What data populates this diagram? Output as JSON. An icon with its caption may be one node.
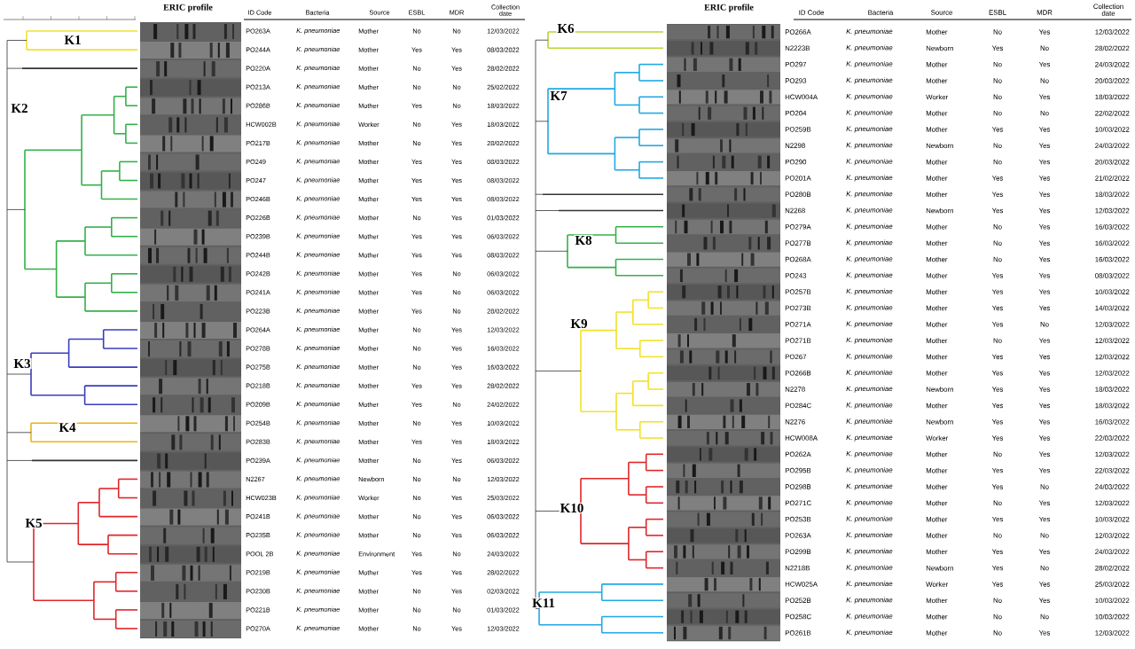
{
  "diagram": {
    "labels": [
      "ERIC profile",
      "ID Code",
      "Bacteria",
      "Source",
      "ESBL",
      "MDR",
      "Collection date",
      "PO263A",
      "K. pneumoniae",
      "Mother",
      "No",
      "No",
      "12/03/2022",
      "PO244A",
      "K. pneumoniae",
      "Mother",
      "Yes",
      "Yes",
      "08/03/2022",
      "PO220A",
      "K. pneumoniae",
      "Mother",
      "No",
      "Yes",
      "28/02/2022",
      "PO213A",
      "K. pneumoniae",
      "Mother",
      "No",
      "No",
      "25/02/2022",
      "PO286B",
      "K. pneumoniae",
      "Mother",
      "Yes",
      "No",
      "18/03/2022",
      "HCW002B",
      "K. pneumoniae",
      "Worker",
      "No",
      "Yes",
      "18/03/2022",
      "PO217B",
      "K. pneumoniae",
      "Mother",
      "No",
      "Yes",
      "28/02/2022",
      "PO249",
      "K. pneumoniae",
      "Mother",
      "Yes",
      "Yes",
      "08/03/2022",
      "PO247",
      "K. pneumoniae",
      "Mother",
      "Yes",
      "Yes",
      "08/03/2022",
      "PO246B",
      "K. pneumoniae",
      "Mother",
      "Yes",
      "Yes",
      "08/03/2022",
      "PO226B",
      "K. pneumoniae",
      "Mother",
      "No",
      "Yes",
      "01/03/2022",
      "PO239B",
      "K. pneumoniae",
      "Mother",
      "Yes",
      "Yes",
      "06/03/2022",
      "PO244B",
      "K. pneumoniae",
      "Mother",
      "Yes",
      "Yes",
      "08/03/2022",
      "PO242B",
      "K. pneumoniae",
      "Mother",
      "Yes",
      "No",
      "06/03/2022",
      "PO241A",
      "K. pneumoniae",
      "Mother",
      "Yes",
      "No",
      "06/03/2022",
      "PO223B",
      "K. pneumoniae",
      "Mother",
      "Yes",
      "No",
      "28/02/2022",
      "PO264A",
      "K. pneumoniae",
      "Mother",
      "No",
      "Yes",
      "12/03/2022",
      "PO278B",
      "K. pneumoniae",
      "Mother",
      "No",
      "Yes",
      "16/03/2022",
      "PO275B",
      "K. pneumoniae",
      "Mother",
      "No",
      "Yes",
      "16/03/2022",
      "PO218B",
      "K. pneumoniae",
      "Mother",
      "Yes",
      "Yes",
      "28/02/2022",
      "PO209B",
      "K. pneumoniae",
      "Mother",
      "Yes",
      "No",
      "24/02/2022",
      "PO254B",
      "K. pneumoniae",
      "Mother",
      "No",
      "Yes",
      "10/03/2022",
      "PO283B",
      "K. pneumoniae",
      "Mother",
      "Yes",
      "Yes",
      "18/03/2022",
      "PO239A",
      "K. pneumoniae",
      "Mother",
      "No",
      "Yes",
      "06/03/2022",
      "N2267",
      "K. pneumoniae",
      "Newborn",
      "No",
      "No",
      "12/03/2022",
      "HCW023B",
      "K. pneumoniae",
      "Worker",
      "No",
      "Yes",
      "25/03/2022",
      "PO241B",
      "K. pneumoniae",
      "Mother",
      "No",
      "Yes",
      "06/03/2022",
      "PO235B",
      "K. pneumoniae",
      "Mother",
      "No",
      "Yes",
      "06/03/2022",
      "POOL 2B",
      "K. pneumoniae",
      "Environment",
      "Yes",
      "No",
      "24/03/2022",
      "PO219B",
      "K. pneumoniae",
      "Mother",
      "Yes",
      "Yes",
      "28/02/2022",
      "PO230B",
      "K. pneumoniae",
      "Mother",
      "No",
      "Yes",
      "02/03/2022",
      "PO221B",
      "K. pneumoniae",
      "Mother",
      "No",
      "No",
      "01/03/2022",
      "PO270A",
      "K. pneumoniae",
      "Mother",
      "No",
      "Yes",
      "12/03/2022",
      "K1",
      "K2",
      "K3",
      "K4",
      "K5",
      "ERIC profile",
      "ID Code",
      "Bacteria",
      "Source",
      "ESBL",
      "MDR",
      "Collection date",
      "PO266A",
      "K. pneumoniae",
      "Mother",
      "No",
      "Yes",
      "12/03/2022",
      "N2223B",
      "K. pneumoniae",
      "Newborn",
      "Yes",
      "No",
      "28/02/2022",
      "PO297",
      "K. pneumoniae",
      "Mother",
      "No",
      "Yes",
      "24/03/2022",
      "PO293",
      "K. pneumoniae",
      "Mother",
      "No",
      "No",
      "20/03/2022",
      "HCW004A",
      "K. pneumoniae",
      "Worker",
      "No",
      "Yes",
      "18/03/2022",
      "PO204",
      "K. pneumoniae",
      "Mother",
      "No",
      "No",
      "22/02/2022",
      "PO259B",
      "K. pneumoniae",
      "Mother",
      "Yes",
      "Yes",
      "10/03/2022",
      "N2298",
      "K. pneumoniae",
      "Newborn",
      "No",
      "Yes",
      "24/03/2022",
      "PO290",
      "K. pneumoniae",
      "Mother",
      "No",
      "Yes",
      "20/03/2022",
      "PO201A",
      "K. pneumoniae",
      "Mother",
      "Yes",
      "Yes",
      "21/02/2022",
      "PO280B",
      "K. pneumoniae",
      "Mother",
      "Yes",
      "Yes",
      "18/03/2022",
      "N2268",
      "K. pneumoniae",
      "Newborn",
      "Yes",
      "Yes",
      "12/03/2022",
      "PO279A",
      "K. pneumoniae",
      "Mother",
      "No",
      "Yes",
      "16/03/2022",
      "PO277B",
      "K. pneumoniae",
      "Mother",
      "No",
      "Yes",
      "16/03/2022",
      "PO268A",
      "K. pneumoniae",
      "Mother",
      "No",
      "Yes",
      "16/03/2022",
      "PO243",
      "K. pneumoniae",
      "Mother",
      "Yes",
      "Yes",
      "08/03/2022",
      "PO257B",
      "K. pneumoniae",
      "Mother",
      "Yes",
      "Yes",
      "10/03/2022",
      "PO273B",
      "K. pneumoniae",
      "Mother",
      "Yes",
      "Yes",
      "14/03/2022",
      "PO271A",
      "K. pneumoniae",
      "Mother",
      "Yes",
      "No",
      "12/03/2022",
      "PO271B",
      "K. pneumoniae",
      "Mother",
      "No",
      "Yes",
      "12/03/2022",
      "PO267",
      "K. pneumoniae",
      "Mother",
      "Yes",
      "Yes",
      "12/03/2022",
      "PO266B",
      "K. pneumoniae",
      "Mother",
      "Yes",
      "Yes",
      "12/03/2022",
      "N2278",
      "K. pneumoniae",
      "Newborn",
      "Yes",
      "Yes",
      "18/03/2022",
      "PO284C",
      "K. pneumoniae",
      "Mother",
      "Yes",
      "Yes",
      "18/03/2022",
      "N2276",
      "K. pneumoniae",
      "Newborn",
      "Yes",
      "Yes",
      "16/03/2022",
      "HCW008A",
      "K. pneumoniae",
      "Worker",
      "Yes",
      "Yes",
      "22/03/2022",
      "PO262A",
      "K. pneumoniae",
      "Mother",
      "No",
      "Yes",
      "12/03/2022",
      "PO295B",
      "K. pneumoniae",
      "Mother",
      "Yes",
      "Yes",
      "22/03/2022",
      "PO298B",
      "K. pneumoniae",
      "Mother",
      "Yes",
      "No",
      "24/03/2022",
      "PO271C",
      "K. pneumoniae",
      "Mother",
      "No",
      "Yes",
      "12/03/2022",
      "PO253B",
      "K. pneumoniae",
      "Mother",
      "Yes",
      "Yes",
      "10/03/2022",
      "PO263A",
      "K. pneumoniae",
      "Mother",
      "No",
      "No",
      "12/03/2022",
      "PO299B",
      "K. pneumoniae",
      "Mother",
      "Yes",
      "Yes",
      "24/03/2022",
      "N2218B",
      "K. pneumoniae",
      "Newborn",
      "Yes",
      "No",
      "28/02/2022",
      "HCW025A",
      "K. pneumoniae",
      "Worker",
      "Yes",
      "Yes",
      "25/03/2022",
      "PO252B",
      "K. pneumoniae",
      "Mother",
      "No",
      "Yes",
      "10/03/2022",
      "PO258C",
      "K. pneumoniae",
      "Mother",
      "No",
      "No",
      "10/03/2022",
      "PO261B",
      "K. pneumoniae",
      "Mother",
      "No",
      "Yes",
      "12/03/2022",
      "K6",
      "K7",
      "K8",
      "K9",
      "K10",
      "K11"
    ]
  }
}
